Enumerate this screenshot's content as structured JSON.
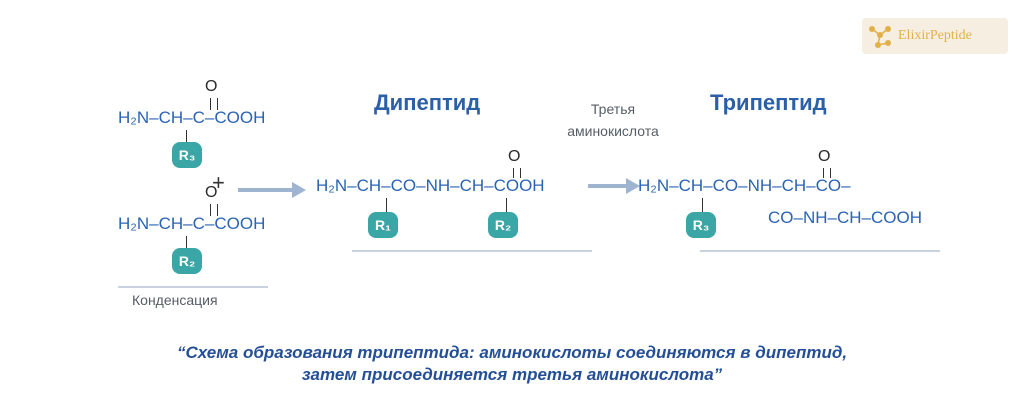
{
  "logo": {
    "text": "ElixirPeptide",
    "icon": "molecule-icon",
    "color": "#e2b04a"
  },
  "reaction": {
    "amino_acid_top": {
      "formula": "H₂N–CH–C–COOH",
      "carbonyl": "O",
      "radical": "R₃"
    },
    "plus": "+",
    "amino_acid_bottom": {
      "formula": "H₂N–CH–C–COOH",
      "carbonyl": "O",
      "radical": "R₂"
    },
    "condensation_label": "Конденсация"
  },
  "dipeptide": {
    "title": "Дипептид",
    "formula": "H₂N–CH–CO–NH–CH–COOH",
    "carbonyl": "O",
    "radicals": [
      "R₁",
      "R₂"
    ]
  },
  "third_label": "Третья аминокислота",
  "tripeptide": {
    "title": "Трипептид",
    "formula_line1": "H₂N–CH–CO–NH–CH–CO–",
    "formula_line2": "CO–NH–CH–COOH",
    "carbonyl": "O",
    "radical": "R₃"
  },
  "caption_line1": "“Схема образования трипептида: аминокислоты соединяются в дипептид,",
  "caption_line2": "затем присоединяется третья аминокислота”",
  "colors": {
    "formula": "#2b63b3",
    "badge": "#3aa6a6",
    "caption": "#244f97",
    "arrow": "#9fb4d1"
  }
}
